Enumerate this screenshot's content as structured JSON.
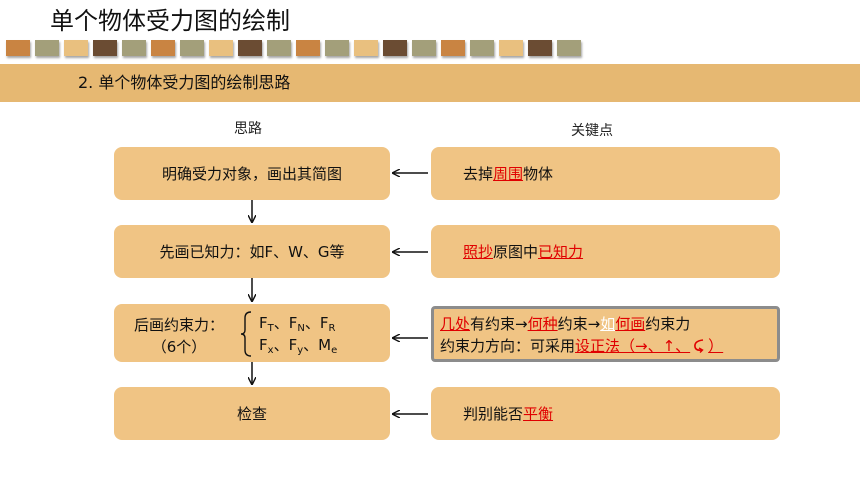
{
  "page": {
    "title": "单个物体受力图的绘制"
  },
  "swatch_colors": [
    "#c98442",
    "#a39f7a",
    "#e9c07f",
    "#6b4c33",
    "#a39f7a",
    "#c98442",
    "#a39f7a",
    "#e9c07f",
    "#6b4c33",
    "#a39f7a",
    "#c98442",
    "#a39f7a",
    "#e9c07f",
    "#6b4c33",
    "#a39f7a",
    "#c98442",
    "#a39f7a",
    "#e9c07f",
    "#6b4c33",
    "#a39f7a"
  ],
  "section": {
    "heading": "2.  单个物体受力图的绘制思路"
  },
  "columns": {
    "left_header": "思路",
    "right_header": "关键点"
  },
  "steps": [
    {
      "text": "明确受力对象，画出其简图"
    },
    {
      "text": "先画已知力：如F、W、G等"
    },
    {
      "label_line1": "后画约束力：",
      "label_line2": "（6个）",
      "forces_row1": [
        {
          "sym": "F",
          "sub": "T",
          "sep": "、"
        },
        {
          "sym": "F",
          "sub": "N",
          "sep": "、"
        },
        {
          "sym": "F",
          "sub": "R",
          "sep": ""
        }
      ],
      "forces_row2": [
        {
          "sym": "F",
          "sub": "x",
          "sep": "、"
        },
        {
          "sym": "F",
          "sub": "y",
          "sep": "、"
        },
        {
          "sym": "M",
          "sub": "e",
          "sep": ""
        }
      ]
    },
    {
      "text": "检查"
    }
  ],
  "keypoints": [
    {
      "pre": "去掉",
      "red": "周围",
      "post": "物体"
    },
    {
      "red1": "照抄",
      "mid": "原图中",
      "red2": "已知力"
    },
    {
      "line1": {
        "r1": "几处",
        "t1": "有约束→",
        "r2": "何种",
        "t2": "约束→",
        "w": "如",
        "r3": "何画",
        "t3": "约束力"
      },
      "line2": {
        "t": "约束力方向：可采用",
        "r": "设正法（→、↑、",
        "tail": "）"
      }
    },
    {
      "pre": "判别能否",
      "red": "平衡"
    }
  ],
  "colors": {
    "box_fill": "#f0c484",
    "band": "#e6b872",
    "emphasis": "#e00000"
  }
}
